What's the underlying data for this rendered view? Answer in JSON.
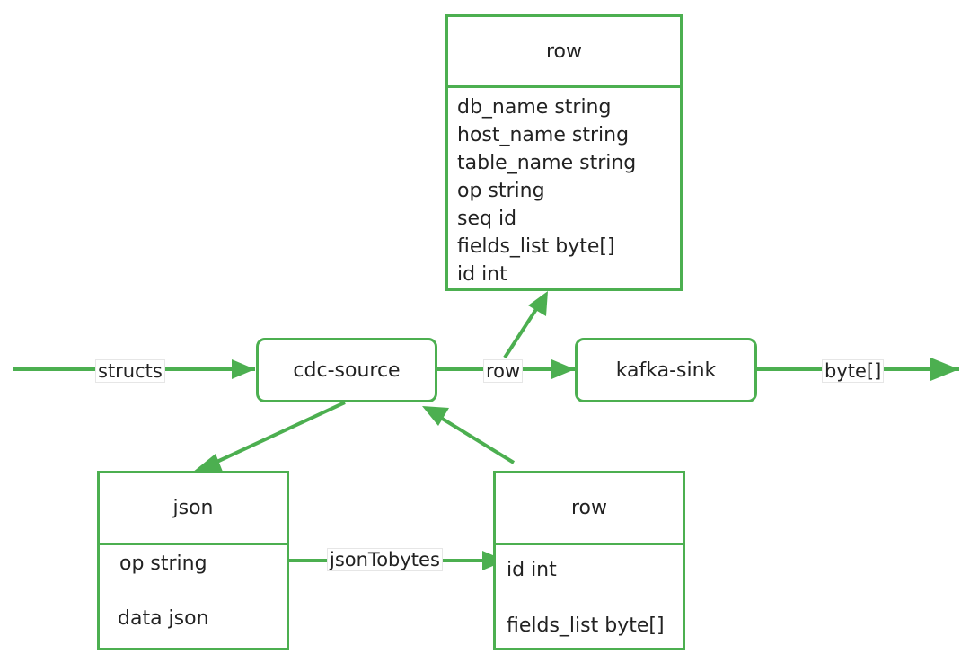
{
  "colors": {
    "accent": "#4caf50"
  },
  "nodes": {
    "cdc_source": "cdc-source",
    "kafka_sink": "kafka-sink"
  },
  "row_top": {
    "title": "row",
    "fields": [
      "db_name string",
      "host_name string",
      "table_name string",
      "op string",
      "seq id",
      "fields_list byte[]",
      "id int"
    ]
  },
  "json_box": {
    "title": "json",
    "fields": [
      "op string",
      "data json"
    ]
  },
  "row_bottom": {
    "title": "row",
    "fields": [
      "id int",
      "fields_list byte[]"
    ]
  },
  "edges": {
    "structs": "structs",
    "row": "row",
    "bytes": "byte[]",
    "json_to_bytes": "jsonTobytes"
  }
}
